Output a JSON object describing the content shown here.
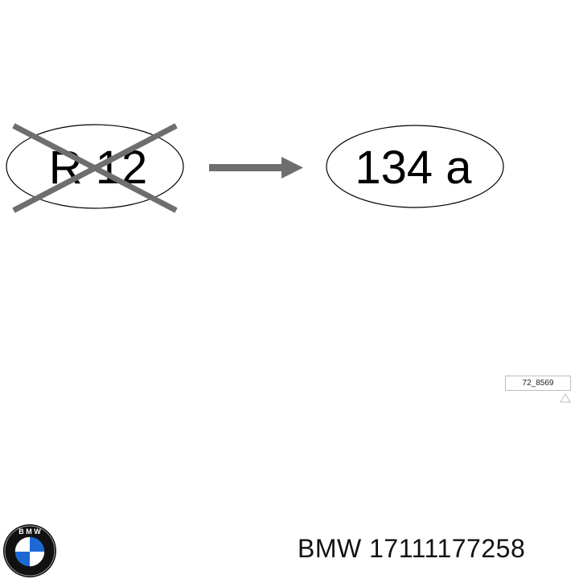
{
  "diagram": {
    "old_refrigerant": "R 12",
    "new_refrigerant": "134 a",
    "reference_code": "72_8569"
  },
  "footer": {
    "brand": "BMW",
    "part_number": "17111177258",
    "logo_text": "B M W"
  },
  "colors": {
    "strike_and_arrow": "#6e6e6e",
    "outline": "#000000",
    "logo_blue": "#1c69d4"
  },
  "icons": {
    "strike": "x-cross-icon",
    "arrow": "arrow-right-icon",
    "warning": "warning-triangle-icon",
    "logo": "bmw-logo"
  }
}
